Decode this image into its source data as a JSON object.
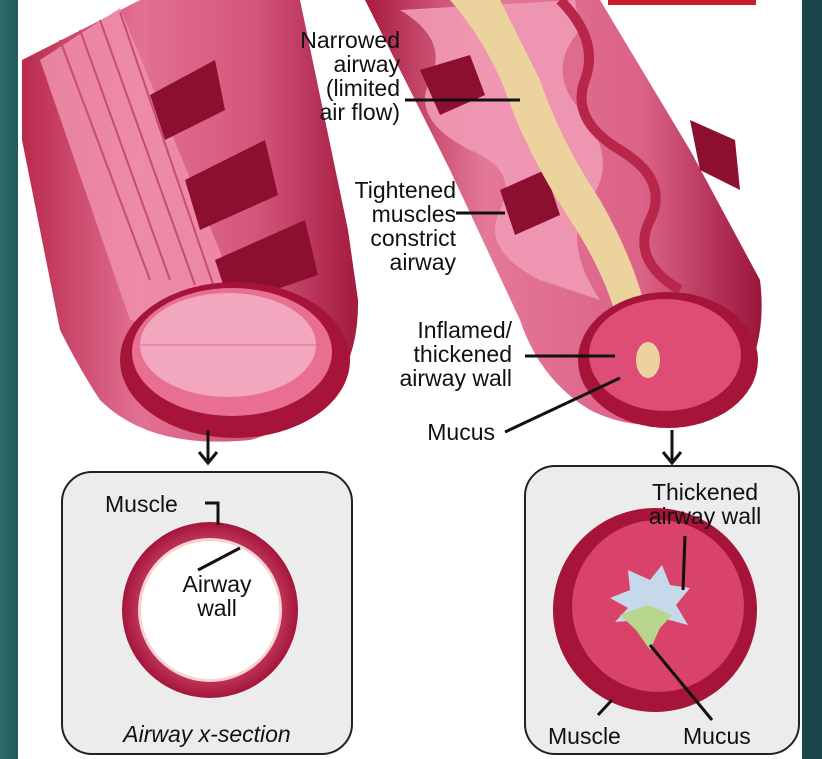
{
  "labels": {
    "narrowed_airway": [
      "Narrowed",
      "airway",
      "(limited",
      "air flow)"
    ],
    "tightened_muscles": [
      "Tightened",
      "muscles",
      "constrict",
      "airway"
    ],
    "inflamed_wall": [
      "Inflamed/",
      "thickened",
      "airway wall"
    ],
    "mucus_top": "Mucus",
    "normal_muscle": "Muscle",
    "normal_airway_wall": [
      "Airway",
      "wall"
    ],
    "normal_caption": "Airway x-section",
    "thickened_wall": [
      "Thickened",
      "airway wall"
    ],
    "asthma_muscle": "Muscle",
    "asthma_mucus": "Mucus"
  },
  "colors": {
    "slide_background": "#1f4e52",
    "muscle_dark": "#a8163a",
    "wall_pink": "#e77795",
    "lumen_light": "#f3a7bf",
    "mucus_tan": "#ecd29d",
    "mucus_green": "#b7d58b",
    "mucus_blue": "#c6d9ea",
    "panel_bg": "#ececec"
  }
}
